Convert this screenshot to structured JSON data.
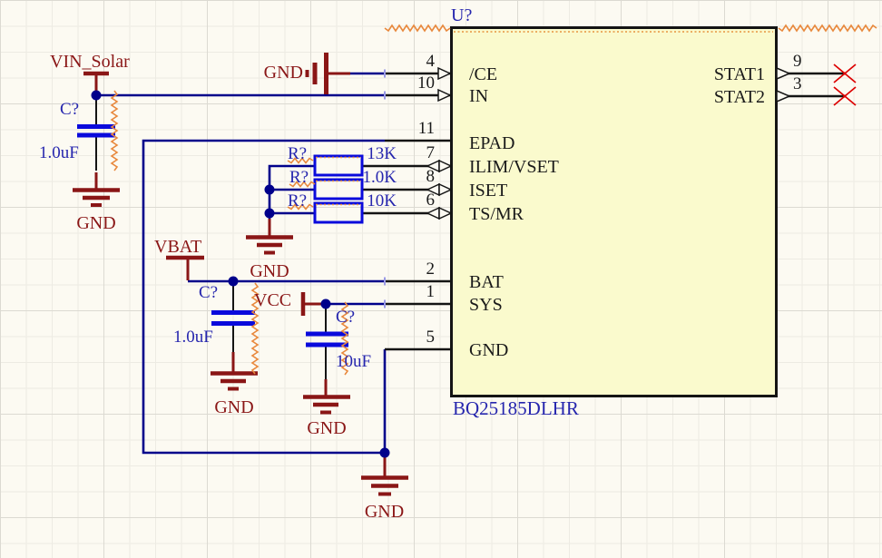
{
  "schematic": {
    "ic": {
      "designator": "U?",
      "part_number": "BQ25185DLHR",
      "left_pins": [
        {
          "number": "4",
          "name": "/CE"
        },
        {
          "number": "10",
          "name": "IN"
        },
        {
          "number": "11",
          "name": "EPAD"
        },
        {
          "number": "7",
          "name": "ILIM/VSET"
        },
        {
          "number": "8",
          "name": "ISET"
        },
        {
          "number": "6",
          "name": "TS/MR"
        },
        {
          "number": "2",
          "name": "BAT"
        },
        {
          "number": "1",
          "name": "SYS"
        },
        {
          "number": "5",
          "name": "GND"
        }
      ],
      "right_pins": [
        {
          "number": "9",
          "name": "STAT1"
        },
        {
          "number": "3",
          "name": "STAT2"
        }
      ]
    },
    "power_ports": {
      "vin_solar": "VIN_Solar",
      "vbat": "VBAT",
      "vcc": "VCC",
      "gnd": "GND"
    },
    "components": {
      "c_in": {
        "designator": "C?",
        "value": "1.0uF"
      },
      "c_bat": {
        "designator": "C?",
        "value": "1.0uF"
      },
      "c_sys": {
        "designator": "C?",
        "value": "10uF"
      },
      "r_ilim": {
        "designator": "R?",
        "value": "13K"
      },
      "r_iset": {
        "designator": "R?",
        "value": "1.0K"
      },
      "r_ts": {
        "designator": "R?",
        "value": "10K"
      }
    },
    "colors": {
      "background": "#FCFAF2",
      "wire": "#00008B",
      "pin": "#141414",
      "component_graphic": "#0A0ADC",
      "power_port": "#8A1616",
      "designator_text": "#2626AE",
      "ic_fill": "#FAFACD",
      "error_marker": "#E8883C",
      "no_erc_marker": "#DD0000"
    }
  }
}
